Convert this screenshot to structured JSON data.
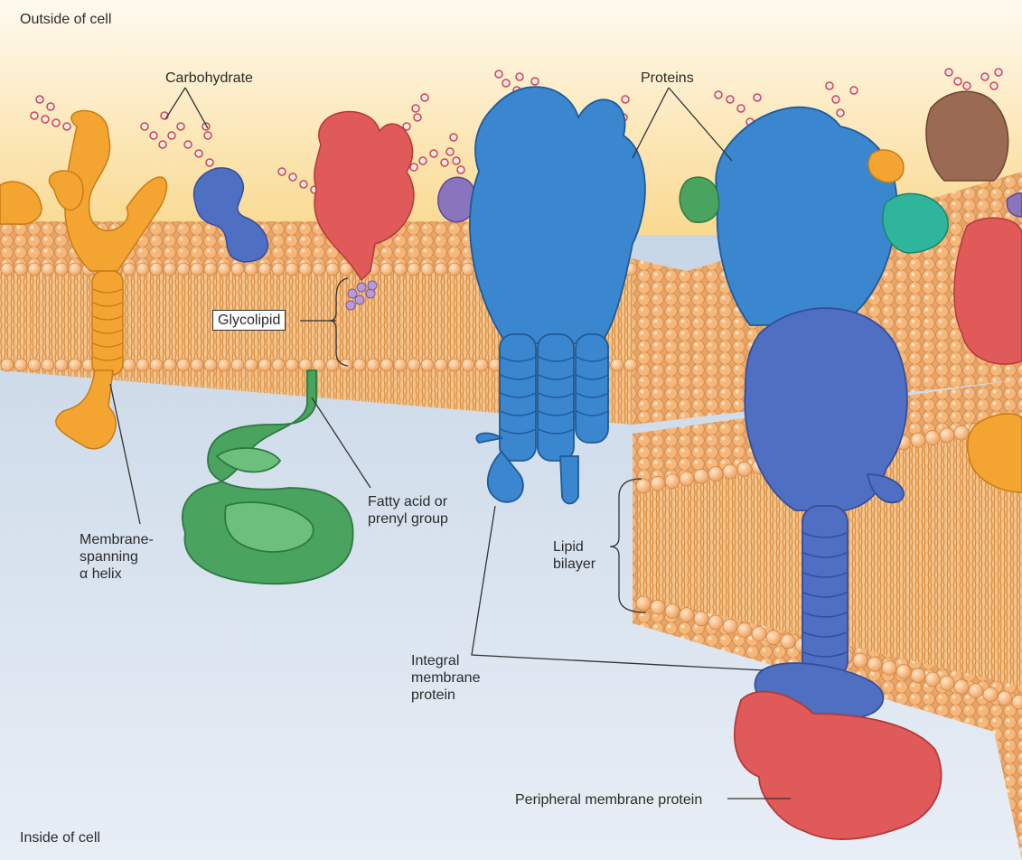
{
  "regions": {
    "outside": "Outside of cell",
    "inside": "Inside of cell"
  },
  "labels": {
    "carbohydrate": "Carbohydrate",
    "proteins": "Proteins",
    "glycolipid": "Glycolipid",
    "fatty_acid": "Fatty acid or\nprenyl group",
    "membrane_spanning": "Membrane-\nspanning\nα helix",
    "lipid_bilayer": "Lipid\nbilayer",
    "integral_protein": "Integral\nmembrane\nprotein",
    "peripheral_protein": "Peripheral membrane protein"
  },
  "colors": {
    "outside_top": "#fffaf0",
    "outside_bottom": "#f9d98f",
    "inside_top": "#c7d6e6",
    "inside_bottom": "#e8eef6",
    "lipid_head": "#f5b77a",
    "lipid_tail": "#e59a4a",
    "carbohydrate": "#c8494f",
    "orange_protein": "#f4a531",
    "blue_protein": "#3a86cf",
    "navy_protein": "#4f6fc2",
    "red_protein": "#e05a5a",
    "green_protein": "#4aa35e",
    "purple_protein": "#8a74bd",
    "teal_protein": "#2fb59b",
    "brown_protein": "#9a6a52",
    "glycolipid_head": "#b89ad6"
  }
}
